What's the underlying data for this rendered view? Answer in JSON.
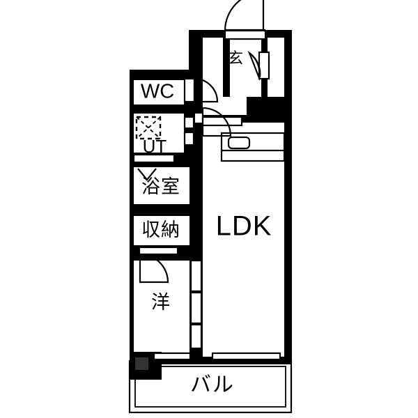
{
  "plan": {
    "title": "間取り図",
    "type": "1LDK apartment floor plan",
    "ink_color": "#000000",
    "background_color": "#ffffff"
  },
  "rooms": {
    "ldk": {
      "label": "LDK",
      "name": "living-dining-kitchen"
    },
    "wc": {
      "label": "WC",
      "name": "toilet"
    },
    "ut": {
      "label": "UT",
      "name": "utility-laundry"
    },
    "bath": {
      "label": "浴室",
      "name": "bathroom"
    },
    "closet": {
      "label": "収納",
      "name": "storage-closet"
    },
    "western": {
      "label": "洋",
      "name": "western-style-room"
    },
    "entrance": {
      "label": "玄",
      "name": "genkan-entrance"
    },
    "balcony": {
      "label": "バル",
      "name": "balcony"
    }
  },
  "fixtures": {
    "kitchen_sink": "sink",
    "washer_pan": "washing-machine-pan",
    "pipe_shaft": "pipe-shaft"
  }
}
